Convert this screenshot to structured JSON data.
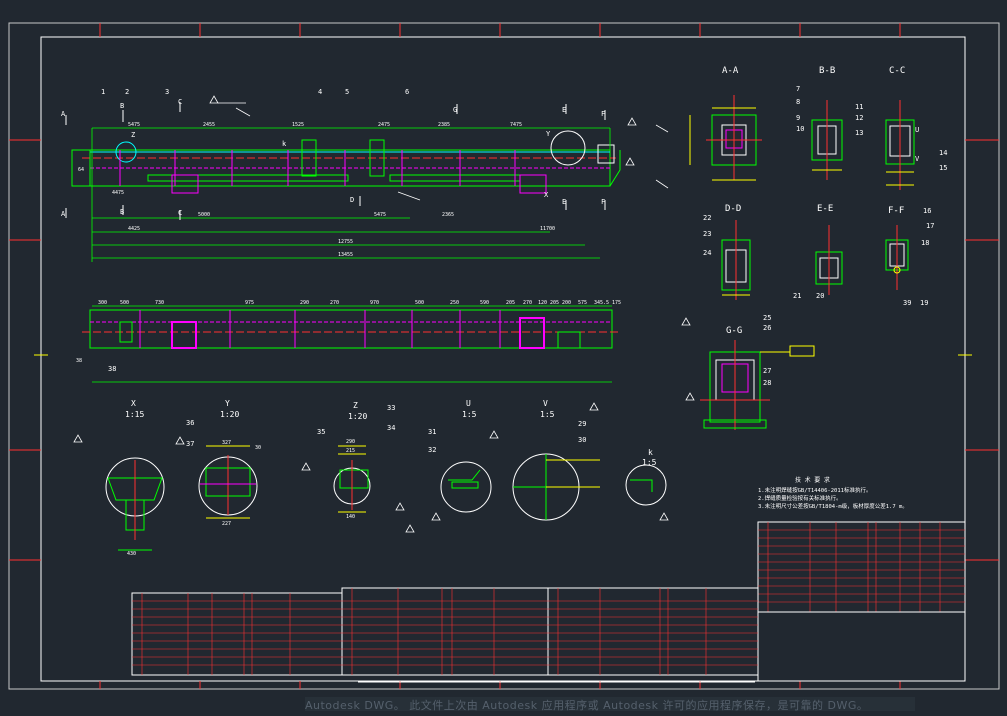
{
  "title_block": {
    "notes_heading": "技 术 要 求",
    "notes": [
      "1.未注明焊缝按GB/T14406-2011标准执行。",
      "2.焊缝质量检验按有关标准执行。",
      "3.未注明尺寸公差按GB/T1804-m级，板材厚度公差1.7 m。"
    ]
  },
  "section_labels": [
    "A-A",
    "B-B",
    "C-C",
    "D-D",
    "E-E",
    "F-F",
    "G-G"
  ],
  "detail_labels": [
    {
      "name": "X",
      "scale": "1:15"
    },
    {
      "name": "Y",
      "scale": "1:20"
    },
    {
      "name": "Z",
      "scale": "1:20"
    },
    {
      "name": "U",
      "scale": "1:5"
    },
    {
      "name": "V",
      "scale": "1:5"
    },
    {
      "name": "k",
      "scale": "1:5"
    }
  ],
  "view_letters": [
    "A",
    "B",
    "C",
    "D",
    "E",
    "F",
    "G",
    "X",
    "Y",
    "Z",
    "U",
    "V",
    "k"
  ],
  "balloons_top": [
    "1",
    "2",
    "3",
    "4",
    "5",
    "6"
  ],
  "balloons_sections": [
    "7",
    "8",
    "9",
    "10",
    "11",
    "12",
    "13",
    "14",
    "15",
    "16",
    "17",
    "18",
    "19",
    "20",
    "21",
    "22",
    "23",
    "24",
    "25",
    "26",
    "27",
    "28",
    "39"
  ],
  "balloons_details": [
    "29",
    "30",
    "31",
    "32",
    "33",
    "34",
    "35",
    "36",
    "37",
    "38"
  ],
  "dimensions_top": [
    "5475",
    "2455",
    "2385",
    "7475",
    "1525",
    "2475",
    "5475",
    "2365",
    "4475",
    "5000",
    "4425",
    "12755",
    "13455",
    "11700"
  ],
  "dimensions_bottom": [
    "300",
    "500",
    "730",
    "975",
    "290",
    "270",
    "970",
    "500",
    "250",
    "590",
    "205",
    "270",
    "120",
    "205",
    "200",
    "575",
    "345.5",
    "175"
  ],
  "detail_dims": [
    "327",
    "227",
    "430",
    "290",
    "215",
    "140",
    "30",
    "64",
    "38"
  ],
  "watermark": "Autodesk DWG。 此文件上次由 Autodesk 应用程序或 Autodesk 许可的应用程序保存，是可靠的 DWG。",
  "colors": {
    "background": "#212830",
    "frame": "#ffffff",
    "outline": "#00ff00",
    "hidden": "#ff00ff",
    "dim": "#ffff00",
    "red": "#ff2020",
    "cyan": "#00ffff",
    "text": "#ffffff"
  }
}
